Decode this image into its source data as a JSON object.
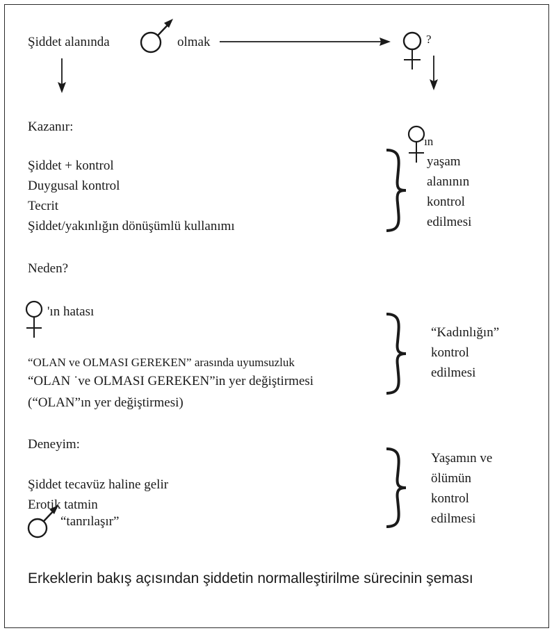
{
  "header": {
    "left_prefix": "Şiddet alanında",
    "left_suffix": "olmak",
    "right_q": "?"
  },
  "section1": {
    "heading": "Kazanır:",
    "items": [
      "Şiddet + kontrol",
      "Duygusal kontrol",
      "Tecrit",
      "Şiddet/yakınlığın dönüşümlü kullanımı"
    ],
    "right_suffix": "'ın",
    "right_lines": [
      "yaşam",
      "alanının",
      "kontrol",
      "edilmesi"
    ]
  },
  "section2": {
    "heading": "Neden?",
    "fault": "'ın hatası",
    "lines": [
      "“OLAN  ve OLMASI GEREKEN” arasında uyumsuzluk",
      "“OLAN ˙ve OLMASI GEREKEN”in yer değiştirmesi",
      "(“OLAN”ın yer değiştirmesi)"
    ],
    "right_lines": [
      "“Kadınlığın”",
      "kontrol",
      "edilmesi"
    ]
  },
  "section3": {
    "heading": "Deneyim:",
    "items": [
      "Şiddet tecavüz haline gelir",
      "Erotik tatmin"
    ],
    "tanri": "“tanrılaşır”",
    "right_lines": [
      "Yaşamın ve",
      "ölümün",
      "kontrol",
      "edilmesi"
    ]
  },
  "caption": "Erkeklerin bakış açısından şiddetin normalleştirilme sürecinin şeması",
  "icons": {
    "male": "male-symbol-icon",
    "female": "female-symbol-icon",
    "brace": "right-brace-icon",
    "arrow": "arrow-icon"
  }
}
